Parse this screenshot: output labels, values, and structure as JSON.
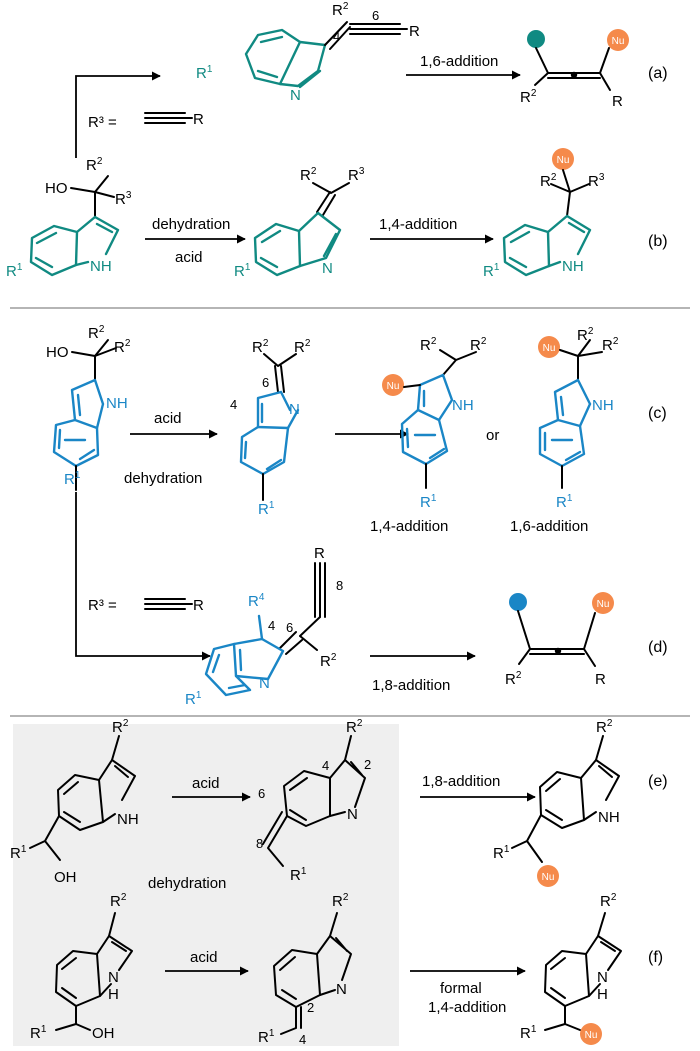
{
  "colors": {
    "teal": "#108a82",
    "blue": "#1a86c6",
    "nu_orange": "#f58a4b",
    "shade": "#efefef",
    "separator": "#b5b5b5"
  },
  "panel_tags": [
    "(a)",
    "(b)",
    "(c)",
    "(d)",
    "(e)",
    "(f)"
  ],
  "groups": {
    "R1": "R",
    "R1s": "1",
    "R2": "R",
    "R2s": "2",
    "R3": "R",
    "R3s": "3",
    "R4": "R",
    "R4s": "4",
    "R": "R",
    "HO": "HO",
    "OH": "OH",
    "N": "N",
    "NH": "NH",
    "H": "H",
    "Nu": "Nu"
  },
  "arrow_labels": {
    "a": "1,6-addition",
    "a_def": "R³ =",
    "b_top": "dehydration",
    "b_bot": "acid",
    "b_add": "1,4-addition",
    "c_top": "acid",
    "c_bot": "dehydration",
    "c_or": "or",
    "c_add1": "1,4-addition",
    "c_add2": "1,6-addition",
    "d_def": "R³ =",
    "d_add": "1,8-addition",
    "e_acid": "acid",
    "e_dehyd": "dehydration",
    "e_add": "1,8-addition",
    "f_acid": "acid",
    "f_add1": "formal",
    "f_add2": "1,4-addition"
  },
  "position_numbers": {
    "a": [
      "4",
      "6"
    ],
    "c": [
      "6",
      "4"
    ],
    "d": [
      "4",
      "6",
      "8"
    ],
    "e": [
      "4",
      "2",
      "6",
      "8"
    ],
    "f": [
      "2",
      "4"
    ]
  }
}
